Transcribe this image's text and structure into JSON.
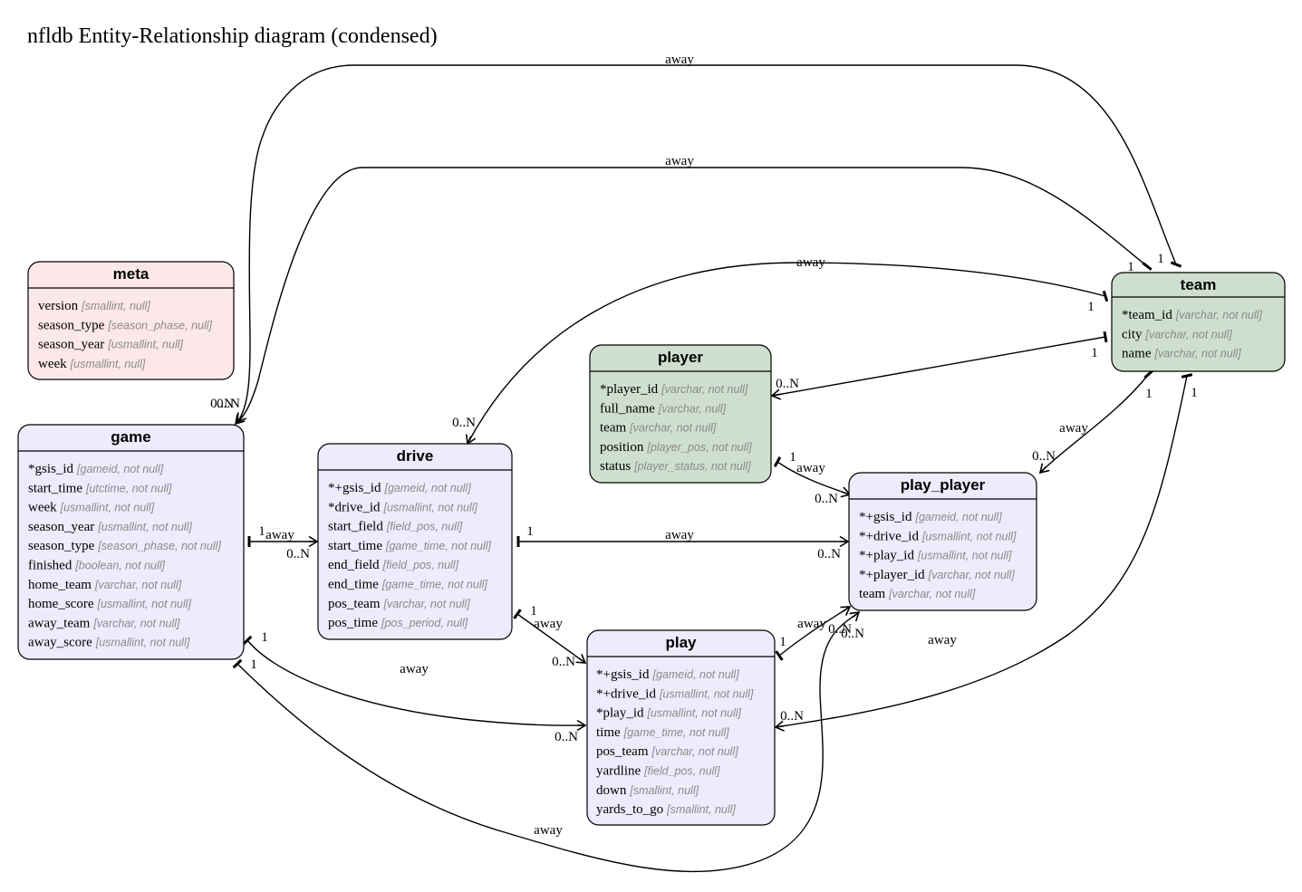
{
  "title": "nfldb Entity-Relationship diagram (condensed)",
  "colors": {
    "meta_fill": "#fce8e8",
    "team_fill": "#cfdfcf",
    "player_fill": "#cfdfcf",
    "game_fill": "#ececfc",
    "drive_fill": "#ececfc",
    "play_fill": "#ececfc",
    "play_player_fill": "#ececfc"
  },
  "entities": {
    "meta": {
      "name": "meta",
      "fields": [
        {
          "name": "version",
          "type": "[smallint, null]"
        },
        {
          "name": "season_type",
          "type": "[season_phase, null]"
        },
        {
          "name": "season_year",
          "type": "[usmallint, null]"
        },
        {
          "name": "week",
          "type": "[usmallint, null]"
        }
      ]
    },
    "game": {
      "name": "game",
      "fields": [
        {
          "name": "*gsis_id",
          "type": "[gameid, not null]"
        },
        {
          "name": "start_time",
          "type": "[utctime, not null]"
        },
        {
          "name": "week",
          "type": "[usmallint, not null]"
        },
        {
          "name": "season_year",
          "type": "[usmallint, not null]"
        },
        {
          "name": "season_type",
          "type": "[season_phase, not null]"
        },
        {
          "name": "finished",
          "type": "[boolean, not null]"
        },
        {
          "name": "home_team",
          "type": "[varchar, not null]"
        },
        {
          "name": "home_score",
          "type": "[usmallint, not null]"
        },
        {
          "name": "away_team",
          "type": "[varchar, not null]"
        },
        {
          "name": "away_score",
          "type": "[usmallint, not null]"
        }
      ]
    },
    "drive": {
      "name": "drive",
      "fields": [
        {
          "name": "*+gsis_id",
          "type": "[gameid, not null]"
        },
        {
          "name": "*drive_id",
          "type": "[usmallint, not null]"
        },
        {
          "name": "start_field",
          "type": "[field_pos, null]"
        },
        {
          "name": "start_time",
          "type": "[game_time, not null]"
        },
        {
          "name": "end_field",
          "type": "[field_pos, null]"
        },
        {
          "name": "end_time",
          "type": "[game_time, not null]"
        },
        {
          "name": "pos_team",
          "type": "[varchar, not null]"
        },
        {
          "name": "pos_time",
          "type": "[pos_period, null]"
        }
      ]
    },
    "player": {
      "name": "player",
      "fields": [
        {
          "name": "*player_id",
          "type": "[varchar, not null]"
        },
        {
          "name": "full_name",
          "type": "[varchar, null]"
        },
        {
          "name": "team",
          "type": "[varchar, not null]"
        },
        {
          "name": "position",
          "type": "[player_pos, not null]"
        },
        {
          "name": "status",
          "type": "[player_status, not null]"
        }
      ]
    },
    "team": {
      "name": "team",
      "fields": [
        {
          "name": "*team_id",
          "type": "[varchar, not null]"
        },
        {
          "name": "city",
          "type": "[varchar, not null]"
        },
        {
          "name": "name",
          "type": "[varchar, not null]"
        }
      ]
    },
    "play_player": {
      "name": "play_player",
      "fields": [
        {
          "name": "*+gsis_id",
          "type": "[gameid, not null]"
        },
        {
          "name": "*+drive_id",
          "type": "[usmallint, not null]"
        },
        {
          "name": "*+play_id",
          "type": "[usmallint, not null]"
        },
        {
          "name": "*+player_id",
          "type": "[varchar, not null]"
        },
        {
          "name": "team",
          "type": "[varchar, not null]"
        }
      ]
    },
    "play": {
      "name": "play",
      "fields": [
        {
          "name": "*+gsis_id",
          "type": "[gameid, not null]"
        },
        {
          "name": "*+drive_id",
          "type": "[usmallint, not null]"
        },
        {
          "name": "*play_id",
          "type": "[usmallint, not null]"
        },
        {
          "name": "time",
          "type": "[game_time, not null]"
        },
        {
          "name": "pos_team",
          "type": "[varchar, not null]"
        },
        {
          "name": "yardline",
          "type": "[field_pos, null]"
        },
        {
          "name": "down",
          "type": "[smallint, null]"
        },
        {
          "name": "yards_to_go",
          "type": "[smallint, null]"
        }
      ]
    }
  },
  "relationships": [
    {
      "from": "team",
      "to": "game",
      "label": "away",
      "one": "1",
      "many": "0..N"
    },
    {
      "from": "team",
      "to": "game",
      "label": "away",
      "one": "1",
      "many": "0..N"
    },
    {
      "from": "team",
      "to": "drive",
      "label": "away",
      "one": "1",
      "many": "0..N"
    },
    {
      "from": "team",
      "to": "player",
      "label": "",
      "one": "1",
      "many": "0..N"
    },
    {
      "from": "team",
      "to": "play_player",
      "label": "away",
      "one": "1",
      "many": "0..N"
    },
    {
      "from": "team",
      "to": "play",
      "label": "away",
      "one": "1",
      "many": "0..N"
    },
    {
      "from": "game",
      "to": "drive",
      "label": "away",
      "one": "1",
      "many": "0..N"
    },
    {
      "from": "game",
      "to": "play",
      "label": "away",
      "one": "1",
      "many": "0..N"
    },
    {
      "from": "game",
      "to": "play_player",
      "label": "away",
      "one": "1",
      "many": "0..N"
    },
    {
      "from": "drive",
      "to": "play_player",
      "label": "away",
      "one": "1",
      "many": "0..N"
    },
    {
      "from": "drive",
      "to": "play",
      "label": "away",
      "one": "1",
      "many": "0..N"
    },
    {
      "from": "player",
      "to": "play_player",
      "label": "away",
      "one": "1",
      "many": "0..N"
    },
    {
      "from": "play",
      "to": "play_player",
      "label": "away",
      "one": "1",
      "many": "0..N"
    }
  ]
}
